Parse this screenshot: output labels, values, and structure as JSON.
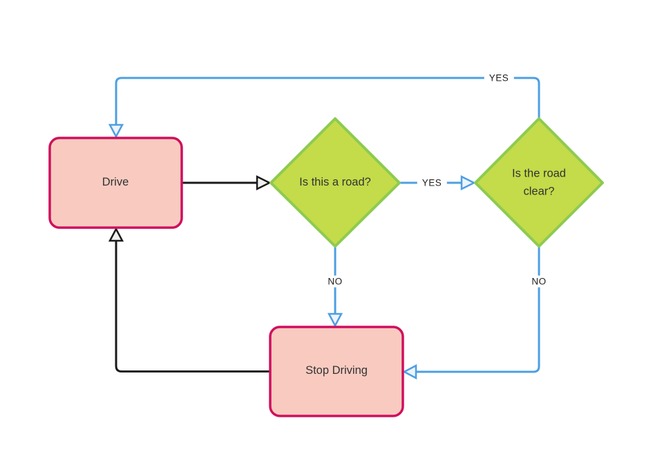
{
  "diagram": {
    "title": "driving-decision-flowchart",
    "nodes": {
      "drive": {
        "label": "Drive",
        "type": "process"
      },
      "is_road": {
        "label": "Is this a road?",
        "type": "decision"
      },
      "road_clear": {
        "label": "Is the road clear?",
        "type": "decision"
      },
      "stop": {
        "label": "Stop Driving",
        "type": "process"
      }
    },
    "edges": {
      "drive_to_is_road": {
        "label": "",
        "color": "#1a1a1a"
      },
      "is_road_yes_to_road_clear": {
        "label": "YES",
        "color": "#4d9fe2"
      },
      "is_road_no_to_stop": {
        "label": "NO",
        "color": "#4d9fe2"
      },
      "road_clear_yes_to_drive": {
        "label": "YES",
        "color": "#4d9fe2"
      },
      "road_clear_no_to_stop": {
        "label": "NO",
        "color": "#4d9fe2"
      },
      "stop_to_drive": {
        "label": "",
        "color": "#1a1a1a"
      }
    },
    "colors": {
      "process_fill": "#f9cbc0",
      "process_border": "#cf105e",
      "decision_fill": "#c4db4a",
      "decision_border": "#8dcb50",
      "edge_blue": "#4d9fe2",
      "edge_black": "#1a1a1a",
      "text": "#333333",
      "background": "#ffffff"
    }
  }
}
